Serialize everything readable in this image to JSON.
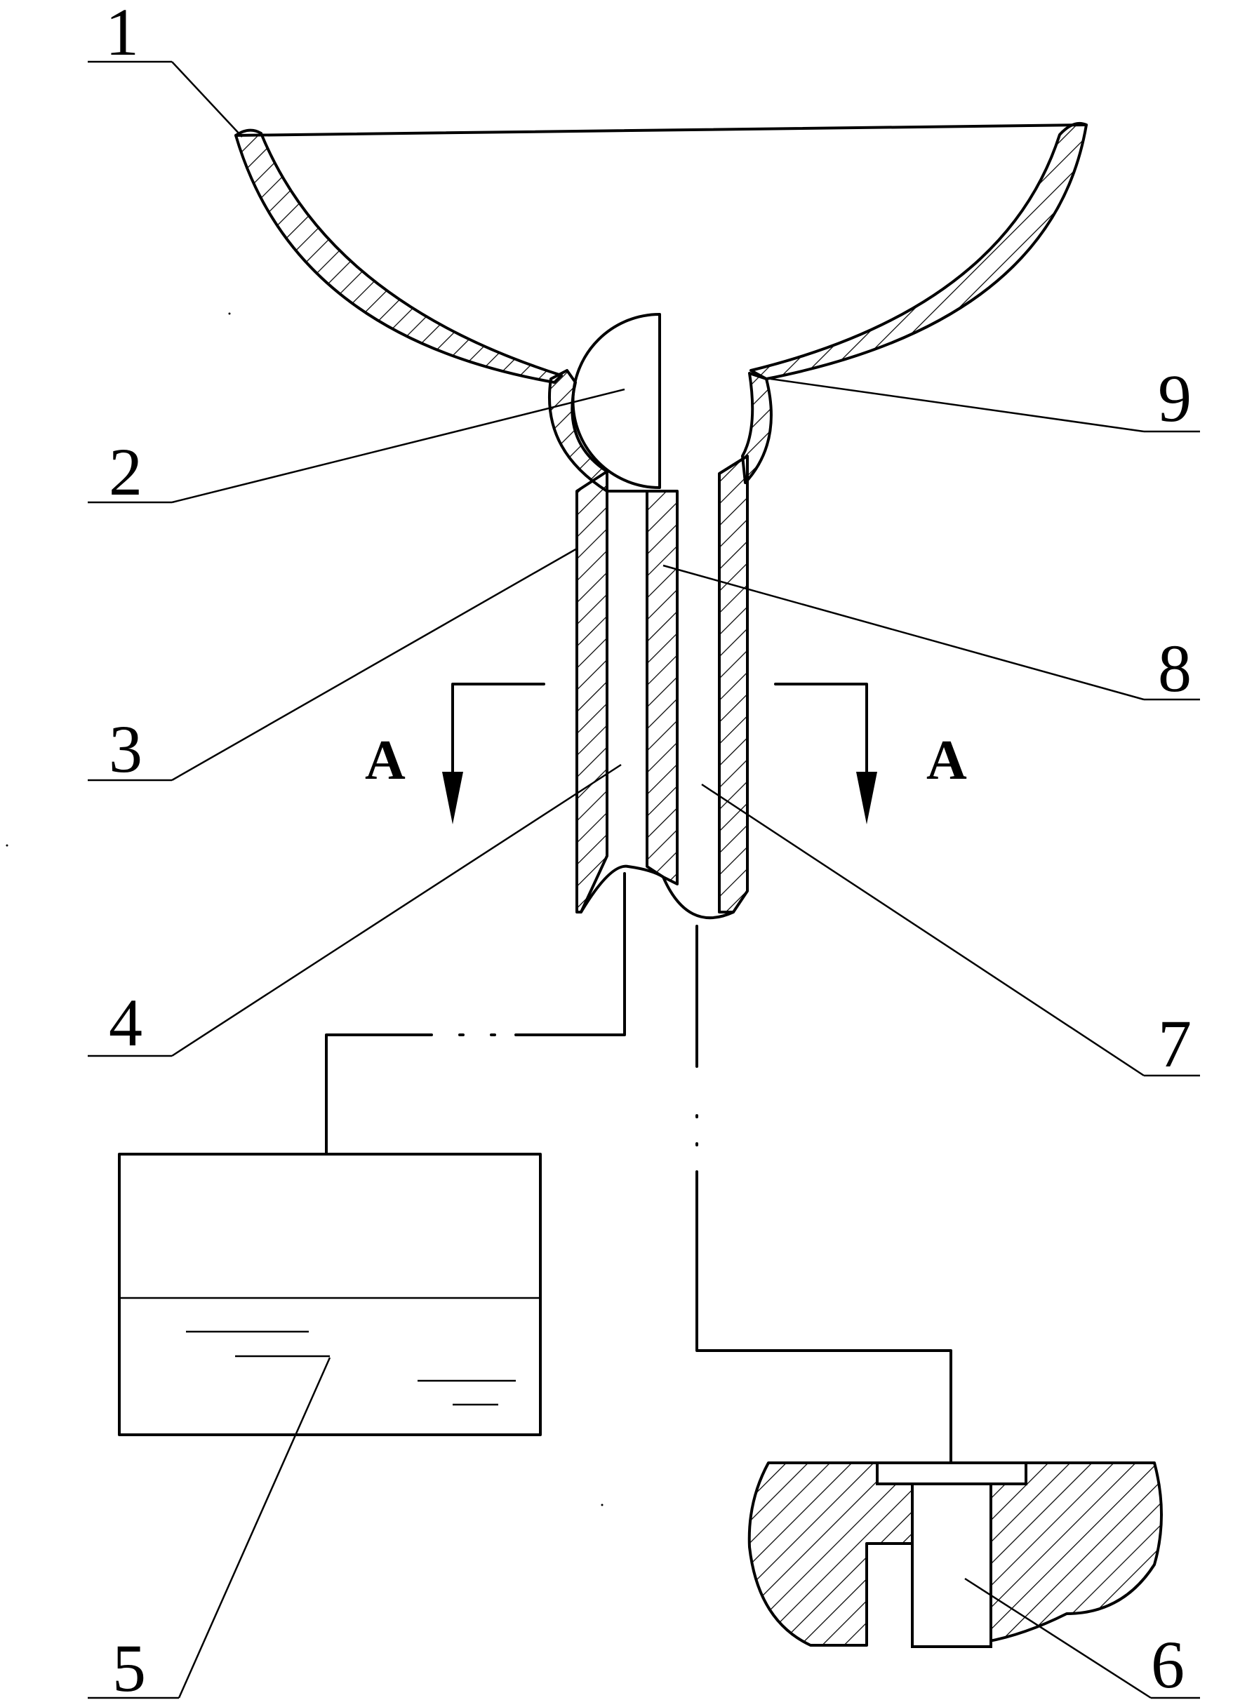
{
  "labels": {
    "p1": "1",
    "p2": "2",
    "p3": "3",
    "p4": "4",
    "p5": "5",
    "p6": "6",
    "p7": "7",
    "p8": "8",
    "p9": "9"
  },
  "section": {
    "left": "A",
    "right": "A"
  }
}
